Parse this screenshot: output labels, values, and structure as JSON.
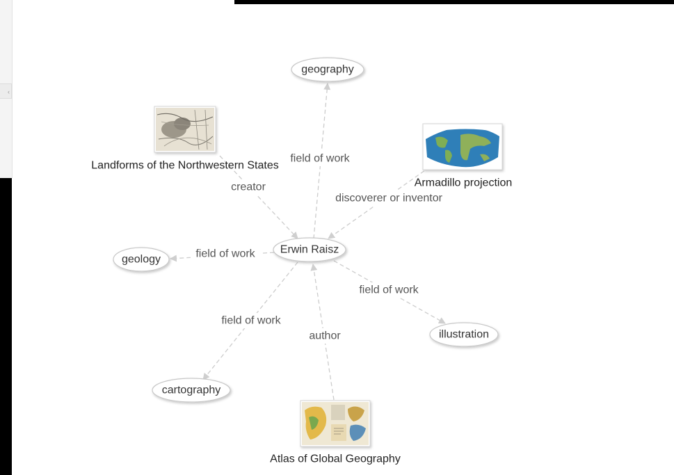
{
  "center": {
    "label": "Erwin Raisz"
  },
  "nodes": {
    "geography": "geography",
    "geology": "geology",
    "cartography": "cartography",
    "illustration": "illustration"
  },
  "image_nodes": {
    "landforms": "Landforms of the Northwestern States",
    "armadillo": "Armadillo projection",
    "atlas": "Atlas of Global Geography"
  },
  "edges": {
    "geography": "field of work",
    "landforms": "creator",
    "armadillo": "discoverer or inventor",
    "geology": "field of work",
    "illustration": "field of work",
    "cartography": "field of work",
    "atlas": "author"
  },
  "colors": {
    "edge": "#cccccc",
    "node_border": "#c7c7c7",
    "ocean": "#2f7fb8",
    "land": "#7fae55"
  }
}
